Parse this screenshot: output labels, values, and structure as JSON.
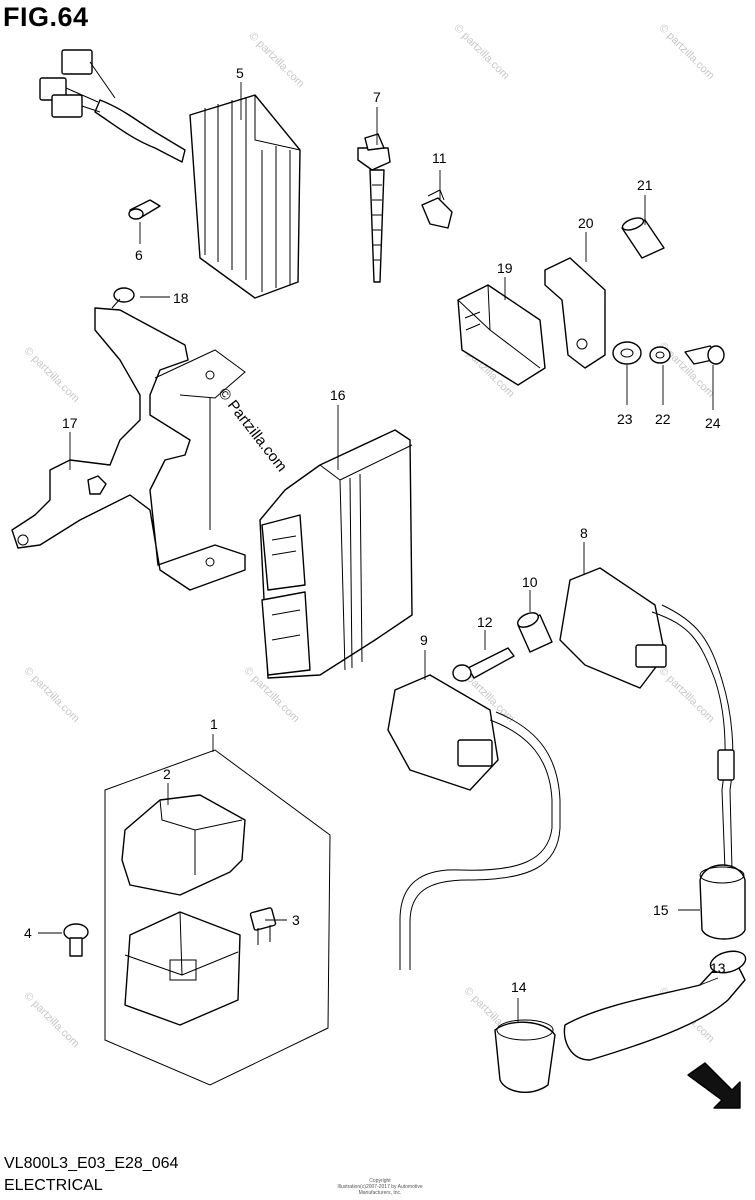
{
  "figure": {
    "title": "FIG.64",
    "code": "VL800L3_E03_E28_064",
    "section": "ELECTRICAL",
    "copyright_lines": [
      "Copyright",
      "Illustration(c)2007-2017 by Automotive Manufacturers, Inc."
    ]
  },
  "watermark": {
    "main": "© Partzilla.com",
    "faint": "© partzilla.com"
  },
  "callouts": [
    "1",
    "2",
    "3",
    "4",
    "5",
    "6",
    "7",
    "8",
    "9",
    "10",
    "11",
    "12",
    "13",
    "14",
    "15",
    "16",
    "17",
    "18",
    "19",
    "20",
    "21",
    "22",
    "23",
    "24"
  ],
  "colors": {
    "line": "#000000",
    "background": "#ffffff",
    "watermark": "#c8c8c8"
  },
  "icons": {
    "fwd_arrow": "FWD"
  }
}
